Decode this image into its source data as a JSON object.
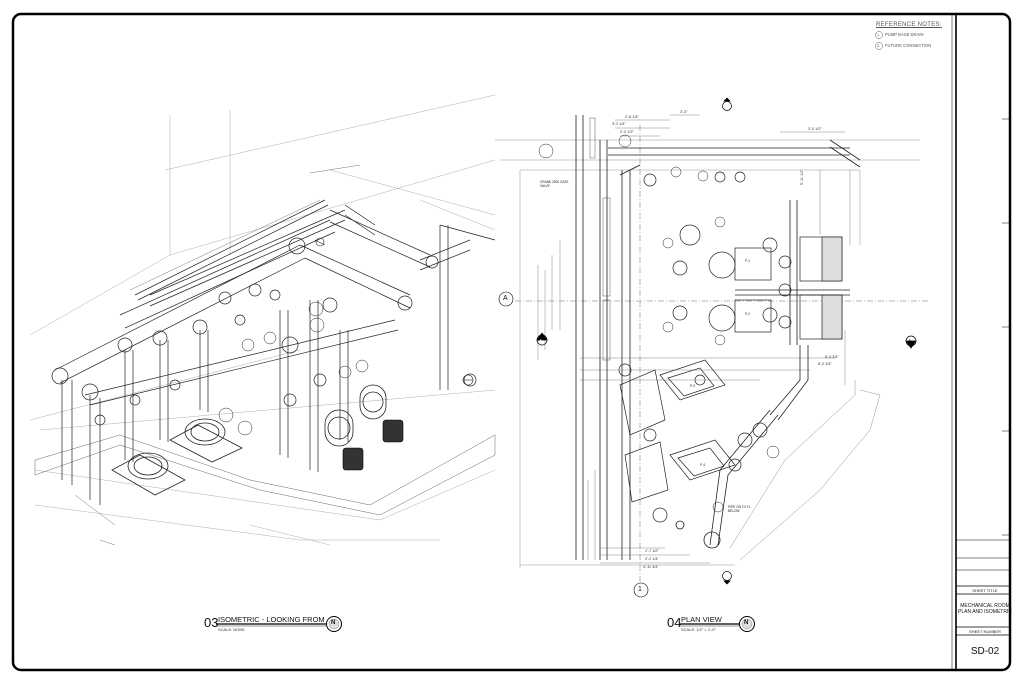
{
  "reference_notes": {
    "title": "REFERENCE NOTES:",
    "items": [
      {
        "marker": "1",
        "text": "PUMP BASE DRAIN"
      },
      {
        "marker": "2",
        "text": "FUTURE CONNECTION"
      }
    ]
  },
  "views": [
    {
      "number": "03",
      "title": "ISOMETRIC - LOOKING FROM",
      "scale": "SCALE: NONE",
      "north": "N"
    },
    {
      "number": "04",
      "title": "PLAN VIEW",
      "scale": "SCALE: 1/2\" = 1'-0\"",
      "north": "N"
    }
  ],
  "markers": {
    "grid_a": "A",
    "grid_1": "1",
    "section_left": "E",
    "section_right": "E"
  },
  "title_block": {
    "sheet_title_label": "SHEET TITLE",
    "sheet_title_value": "MECHANICAL ROOM PLAN AND ISOMETRIC",
    "sheet_number_label": "SHEET NUMBER",
    "sheet_number_value": "SD-02"
  },
  "plan_labels": {
    "dim_top1": "2'-8 1/4\"",
    "dim_top2": "3'-2 1/4\"",
    "dim_top3": "2'-0 1/2\"",
    "dim_top4": "3'-3\"",
    "dim_top5": "3'-0 1/2\"",
    "dim_right1": "5'-11 1/2\"",
    "dim_right2": "8'-4 3/4\"",
    "dim_right3": "8'-2 3/4\"",
    "dim_bot1": "2'-2 1/4\"",
    "dim_bot2": "4'-11 3/4\"",
    "dim_bot3": "1'-7 1/2\"",
    "tag_p1": "P-1",
    "tag_p2": "P-2",
    "tag_p3": "P-3",
    "tag_p4": "P-4",
    "note_pipe": "PIPE ON TO FL BELOW",
    "note_crane": "CRANE 3000 GATE VALVE"
  }
}
